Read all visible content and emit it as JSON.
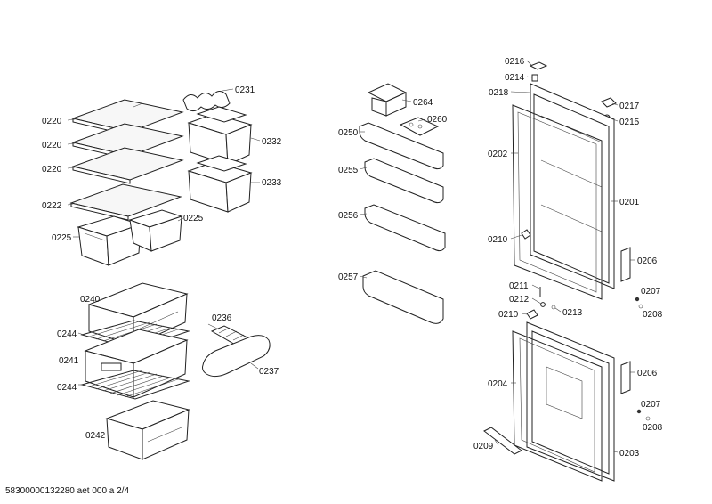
{
  "diagram": {
    "footer": "58300000132280 aet 000 a 2/4",
    "labels": {
      "l0220a": "0220",
      "l0220b": "0220",
      "l0220c": "0220",
      "l0222": "0222",
      "l0231": "0231",
      "l0232": "0232",
      "l0233": "0233",
      "l0225a": "0225",
      "l0225b": "0225",
      "l0240": "0240",
      "l0244a": "0244",
      "l0241": "0241",
      "l0244b": "0244",
      "l0242": "0242",
      "l0236": "0236",
      "l0237": "0237",
      "l0264": "0264",
      "l0260": "0260",
      "l0250": "0250",
      "l0255": "0255",
      "l0256": "0256",
      "l0257": "0257",
      "l0216": "0216",
      "l0214": "0214",
      "l0218": "0218",
      "l0217": "0217",
      "l0215": "0215",
      "l0202": "0202",
      "l0201": "0201",
      "l0210a": "0210",
      "l0206a": "0206",
      "l0211": "0211",
      "l0212": "0212",
      "l0213": "0213",
      "l0210b": "0210",
      "l0207a": "0207",
      "l0208a": "0208",
      "l0204": "0204",
      "l0206b": "0206",
      "l0207b": "0207",
      "l0208b": "0208",
      "l0209": "0209",
      "l0203": "0203"
    }
  }
}
